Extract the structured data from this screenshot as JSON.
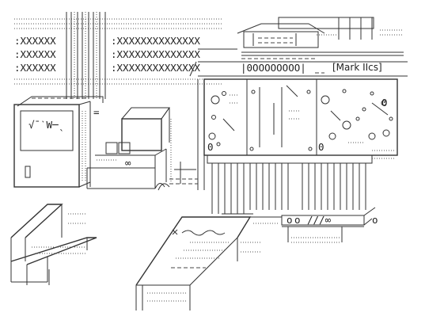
{
  "scene": {
    "banner_xs": [
      ":XXXXXX",
      ":XXXXXX",
      ":XXXXXX"
    ],
    "banner_xs_right": [
      ":XXXXXXXXXXXXXX",
      ":XXXXXXXXXXXXXX",
      ":XXXXXXXXXXXXXX"
    ],
    "display_counter": "|0OOOOOOOO|",
    "machine_label": "[Mark IIcs]",
    "monitor_glyph": "√¯ˋW─ˎ",
    "infinity_knob": "∞",
    "plate_infinity": "///∞"
  }
}
